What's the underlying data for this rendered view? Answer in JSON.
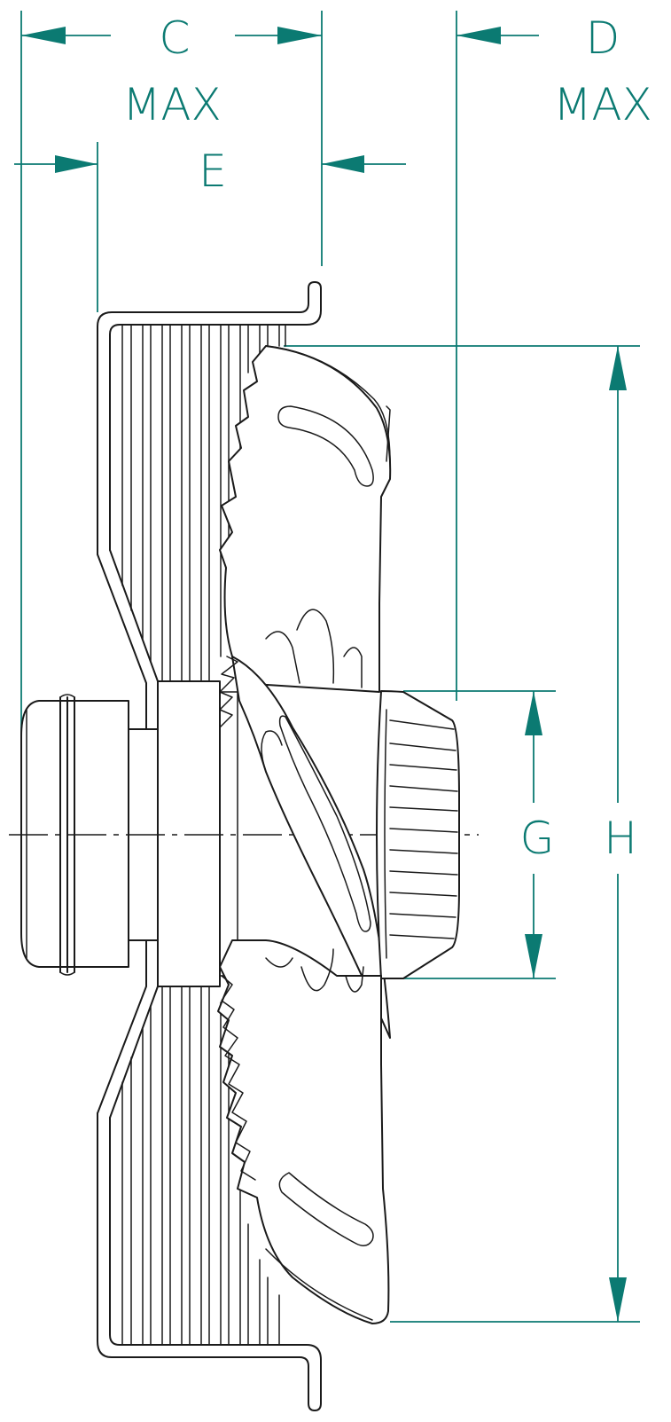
{
  "labels": {
    "c": "C",
    "c_max": "MAX",
    "d": "D",
    "d_max": "MAX",
    "e": "E",
    "g": "G",
    "h": "H"
  },
  "colors": {
    "dimension": "#0b7a72",
    "linework": "#1a1a1a",
    "background": "#ffffff"
  }
}
